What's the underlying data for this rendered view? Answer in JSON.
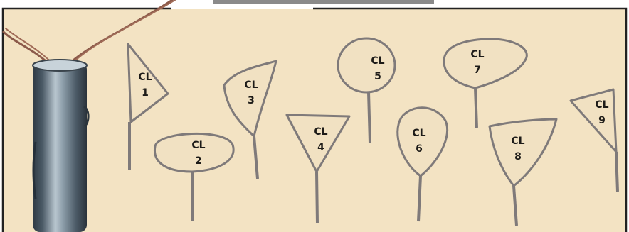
{
  "photo": {
    "background_color": "#f3e3c3",
    "frame_color": "#222222",
    "tool_color": "#6f8290",
    "wire_color": "#8b5a4a",
    "pin_color": "#7f7a7a"
  },
  "pins": [
    {
      "id": "cl1",
      "line1": "CL",
      "line2": "1"
    },
    {
      "id": "cl2",
      "line1": "CL",
      "line2": "2"
    },
    {
      "id": "cl3",
      "line1": "CL",
      "line2": "3"
    },
    {
      "id": "cl4",
      "line1": "CL",
      "line2": "4"
    },
    {
      "id": "cl5",
      "line1": "CL",
      "line2": "5"
    },
    {
      "id": "cl6",
      "line1": "CL",
      "line2": "6"
    },
    {
      "id": "cl7",
      "line1": "CL",
      "line2": "7"
    },
    {
      "id": "cl8",
      "line1": "CL",
      "line2": "8"
    },
    {
      "id": "cl9",
      "line1": "CL",
      "line2": "9"
    }
  ]
}
